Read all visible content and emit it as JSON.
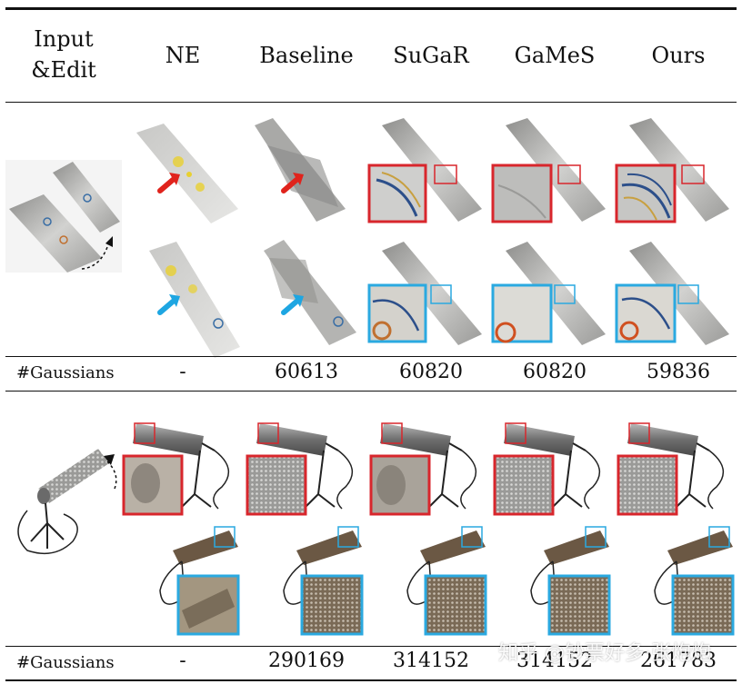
{
  "header": {
    "columns": [
      {
        "line1": "Input",
        "line2": "&Edit"
      },
      {
        "line1": "NE",
        "line2": ""
      },
      {
        "line1": "Baseline",
        "line2": ""
      },
      {
        "line1": "SuGaR",
        "line2": ""
      },
      {
        "line1": "GaMeS",
        "line2": ""
      },
      {
        "line1": "Ours",
        "line2": ""
      }
    ]
  },
  "rows": [
    {
      "label": "#Gaussians",
      "values": [
        "-",
        "60613",
        "60820",
        "60820",
        "59836"
      ]
    },
    {
      "label": "#Gaussians",
      "values": [
        "-",
        "290169",
        "314152",
        "314152",
        "261783"
      ]
    }
  ],
  "watermark": "知乎 @钞票好多·张炮炮",
  "colors": {
    "red_box": "#d8262c",
    "blue_box": "#2aa9e0",
    "red_arrow": "#e0231c",
    "blue_arrow": "#1ea6e2"
  }
}
